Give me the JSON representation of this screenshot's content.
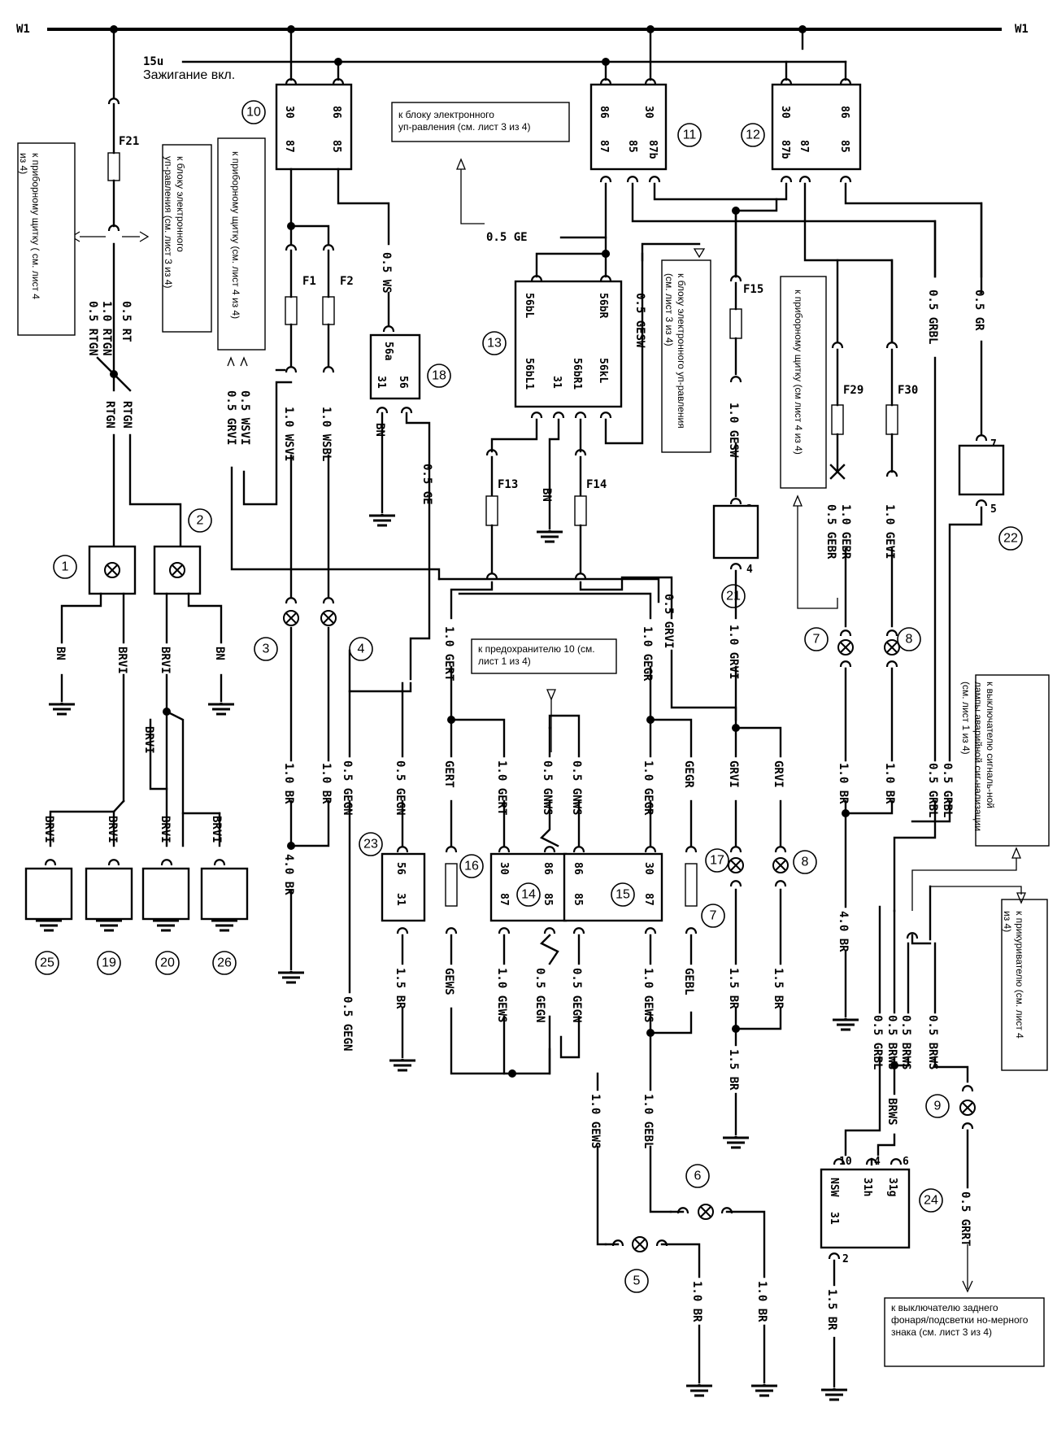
{
  "bus": {
    "left": "W1",
    "right": "W1",
    "ign_code": "15u",
    "ign_text": "Зажигание вкл."
  },
  "notes": {
    "n_f21": "к приборному щитку ( см. лист 4 из 4)",
    "n_ecu_left": "к блоку электронного уп-равления (см. лист 3 из 4)",
    "n_dash_left": "к приборному щитку (см. лист 4 из 4)",
    "n_ecu_top": "к блоку электронного уп-равления (см. лист 3 из 4)",
    "n_ecu_right": "к блоку электронного уп-равления (см. лист 3 из 4)",
    "n_dash_right": "к приборному щитку (см лист 4 из 4)",
    "n_fuse10": "к предохранителю 10 (см. лист 1 из 4)",
    "n_hazard": "к выключателю сигналь-ной лампы аварийной сиг-нализации (см. лист 1 из 4)",
    "n_lighter": "к прикуривателю (см. лист 4 из 4)",
    "n_rear": "к выключателю заднего фонаря/подсветки но-мерного знака (см. лист 3 из 4)"
  },
  "fuses": {
    "f21": "F21",
    "f1": "F1",
    "f2": "F2",
    "f15": "F15",
    "f13": "F13",
    "f14": "F14",
    "f29": "F29",
    "f30": "F30"
  },
  "components": {
    "c1": "1",
    "c2": "2",
    "c3": "3",
    "c4": "4",
    "c5": "5",
    "c6": "6",
    "c7": "7",
    "c8": "8",
    "c9": "9",
    "c10": "10",
    "c11": "11",
    "c12": "12",
    "c13": "13",
    "c14": "14",
    "c15": "15",
    "c16": "16",
    "c17": "17",
    "c18": "18",
    "c19": "19",
    "c20": "20",
    "c21": "21",
    "c22": "22",
    "c23": "23",
    "c24": "24",
    "c25": "25",
    "c26": "26",
    "c7b": "7",
    "c8b": "8"
  },
  "relay10": {
    "p30": "30",
    "p86": "86",
    "p87": "87",
    "p85": "85"
  },
  "relay11": {
    "p86": "86",
    "p30": "30",
    "p87": "87",
    "p85": "85",
    "p87b": "87b"
  },
  "relay12": {
    "p30": "30",
    "p86": "86",
    "p87b": "87b",
    "p87": "87",
    "p85": "85"
  },
  "unit13": {
    "p56bL": "56bL",
    "p56bR": "56bR",
    "p56bL1": "56bL1",
    "p31": "31",
    "p56bR1": "56bR1",
    "p56kL": "56kL"
  },
  "unit18": {
    "p56a": "56a",
    "p31": "31",
    "p56": "56"
  },
  "unit23": {
    "p56": "56",
    "p31": "31"
  },
  "relay14": {
    "p30": "30",
    "p86": "86",
    "p87": "87",
    "p85": "85"
  },
  "relay15": {
    "p86": "86",
    "p30": "30",
    "p85": "85",
    "p87": "87"
  },
  "unit24": {
    "p10": "10",
    "p4": "4",
    "p6": "6",
    "pNSW": "NSW",
    "p31h": "31h",
    "p31g": "31g",
    "p31": "31",
    "p2": "2"
  },
  "unit21": {
    "p2": "2",
    "p4": "4"
  },
  "unit22": {
    "p7": "7",
    "p5": "5"
  },
  "wires": {
    "w_05rt": "0.5 RT",
    "w_10rtgn": "1.0 RTGN",
    "w_05rtgn": "0.5 RTGN",
    "w_rtgn1": "RTGN",
    "w_rtgn2": "RTGN",
    "w_05wsvi": "0.5 WSVI",
    "w_05grvi": "0.5 GRVI",
    "w_10wsvi": "1.0 WSVI",
    "w_10wsbl": "1.0 WSBL",
    "w_05ws": "0.5 WS",
    "w_bn18": "BN",
    "w_05ge18": "0.5 GE",
    "w_05ge": "0.5 GE",
    "w_05gesw": "0.5 GESW",
    "w_bn13": "BN",
    "w_10gesw": "1.0 GESW",
    "w_05grbl_top": "0.5 GRBL",
    "w_05gr": "0.5 GR",
    "w_10gebr": "1.0 GEBR",
    "w_05gebr": "0.5 GEBR",
    "w_10gevi": "1.0 GEVI",
    "w_bn1": "BN",
    "w_brvi1": "BRVI",
    "w_brvi2": "BRVI",
    "w_bn2": "BN",
    "w_brvi3": "BRVI",
    "w_brvi4": "BRVI",
    "w_brvi5": "BRVI",
    "w_brvi6": "BRVI",
    "w_brvi7": "BRVI",
    "w_10br3": "1.0 BR",
    "w_10br4": "1.0 BR",
    "w_40br": "4.0 BR",
    "w_10gert": "1.0 GERT",
    "w_10gegr_top": "1.0 GEGR",
    "w_05grvi_mid": "0.5 GRVI",
    "w_10grvi": "1.0 GRVI",
    "w_05gegn_a": "0.5 GEGN",
    "w_05gegn_b": "0.5 GEGN",
    "w_gert": "GERT",
    "w_10gert_b": "1.0 GERT",
    "w_05gnws": "0.5 GNWS",
    "w_05gnws_b": "0.5 GNWS",
    "w_10gegr": "1.0 GEGR",
    "w_gegr": "GEGR",
    "w_grvi_a": "GRVI",
    "w_grvi_b": "GRVI",
    "w_10br7": "1.0 BR",
    "w_10br8": "1.0 BR",
    "w_05grbl_a": "0.5 GRBL",
    "w_05grbl_b": "0.5 GRBL",
    "w_05gegn_c": "0.5 GEGN",
    "w_15br23": "1.5 BR",
    "w_gews16": "GEWS",
    "w_10gews14": "1.0 GEWS",
    "w_05gegn_d": "0.5 GEGN",
    "w_05gegn_e": "0.5 GEGN",
    "w_10gews15": "1.0 GEWS",
    "w_gebl17": "GEBL",
    "w_15br7": "1.5 BR",
    "w_15br8": "1.5 BR",
    "w_40br_b": "4.0 BR",
    "w_05grbl_c": "0.5 GRBL",
    "w_05brws_a": "0.5 BRWS",
    "w_05brws_b": "0.5 BRWS",
    "w_05brws_c": "0.5 BRWS",
    "w_brws": "BRWS",
    "w_15br_mid": "1.5 BR",
    "w_10gews": "1.0 GEWS",
    "w_10gebl": "1.0 GEBL",
    "w_10br5": "1.0 BR",
    "w_10br6": "1.0 BR",
    "w_15br24": "1.5 BR",
    "w_05grrt": "0.5 GRRT"
  }
}
